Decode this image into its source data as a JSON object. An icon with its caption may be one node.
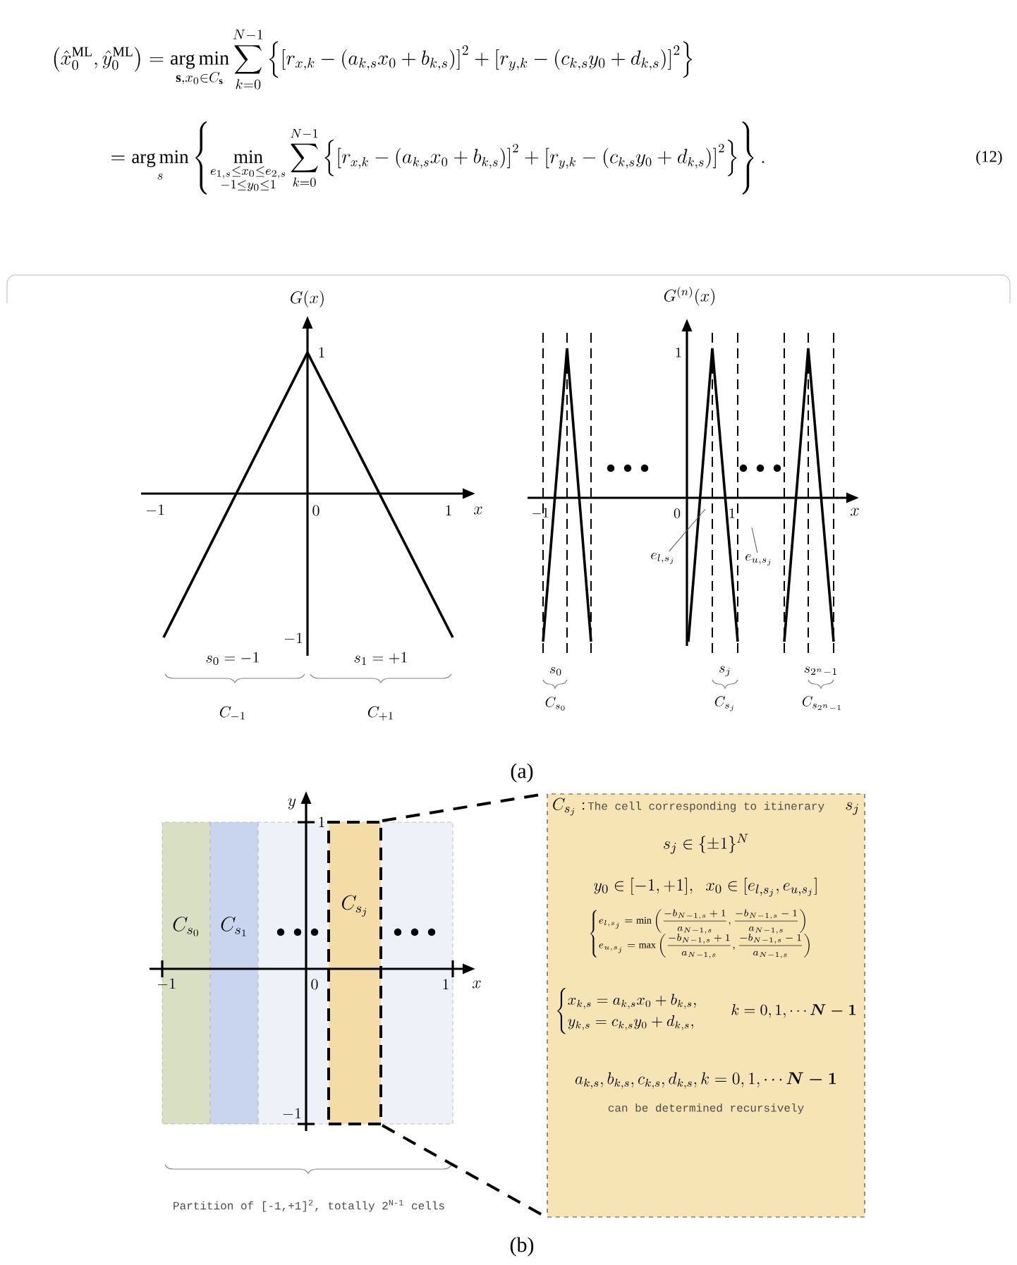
{
  "diagram": {
    "nodes": [
      {
        "text": [
          "e_{l,s_j}"
        ]
      },
      {
        "text": [
          "e_{u,s_j}"
        ]
      },
      {
        "text": [
          "C_{s_j}"
        ]
      },
      {
        "text": [
          "C_{s_j}:",
          "The cell corresponding to itinerary",
          "s_j",
          "s_j\\in\\{\\pm1\\}^N",
          "y_0\\in[-1,+1],\\;\\; x_0\\in[e_{l,s_j},e_{u,s_j}]",
          "\\begin{cases} e_{l,s_j}=\\min\\left(\\dfrac{-b_{N-1,s}+1}{a_{N-1,s}},\\dfrac{-b_{N-1,s}-1}{a_{N-1,s}}\\right)\\\\[2pt] e_{u,s_j}=\\max\\left(\\dfrac{-b_{N-1,s}+1}{a_{N-1,s}},\\dfrac{-b_{N-1,s}-1}{a_{N-1,s}}\\right)\\end{cases}",
          "\\begin{cases} x_{k,s}=a_{k,s}x_0+b_{k,s},\\\\ y_{k,s}=c_{k,s}y_0+d_{k,s},\\end{cases}\\quad k=0,1,\\cdots\\boldsymbol{N-1}",
          "a_{k,s},b_{k,s},c_{k,s},d_{k,s},k=0,1,\\cdots\\boldsymbol{N-1}",
          "can be determined recursively"
        ]
      }
    ],
    "edges": [
      {
        "from": 0,
        "to": null,
        "arrow": "none",
        "color": "#555555"
      },
      {
        "from": 1,
        "to": null,
        "arrow": "none",
        "color": "#555555"
      },
      {
        "from": 2,
        "to": 3,
        "arrow": "none",
        "style": "dashed"
      },
      {
        "from": 2,
        "to": 3,
        "arrow": "none",
        "style": "dashed"
      }
    ],
    "labels": [
      "\\left(\\hat{x}_0^{\\mathrm{ML}},\\hat{y}_0^{\\mathrm{ML}}\\right)=\\operatorname*{arg\\,min}_{\\mathbf{s},x_0\\in C_{\\mathbf{s}}}\\sum_{k=0}^{N-1}\\left\\{\\left[r_{x,k}-\\left(a_{k,s}x_0+b_{k,s}\\right)\\right]^2+\\left[r_{y,k}-\\left(c_{k,s}y_0+d_{k,s}\\right)\\right]^2\\right\\}",
      "=\\operatorname*{arg\\,min}_{s}\\left\\{\\min_{\\substack{e_{1,s}\\le x_0\\le e_{2,s}\\\\-1\\le y_0\\le 1}}\\sum_{k=0}^{N-1}\\left\\{\\left[r_{x,k}-\\left(a_{k,s}x_0+b_{k,s}\\right)\\right]^2+\\left[r_{y,k}-\\left(c_{k,s}y_0+d_{k,s}\\right)\\right]^2\\right\\}\\right\\}.",
      "(12)",
      "G(x)",
      "1",
      "-1",
      "0",
      "1",
      "x",
      "-1",
      "s_0=-1",
      "s_1=+1",
      "C_{-1}",
      "C_{+1}",
      "G^{(n)}(x)",
      "1",
      "-1",
      "0",
      "1",
      "x",
      "s_0",
      "s_j",
      "s_{2^n-1}",
      "C_{s_0}",
      "C_{s_j}",
      "C_{s_{2^n-1}}",
      "(a)",
      "y",
      "1",
      "C_{s_0}",
      "C_{s_1}",
      "-1",
      "0",
      "1",
      "x",
      "-1",
      "Partition of [-1,+1]$^{2}$, totally 2$^{N-1}$ cells",
      "(b)"
    ]
  }
}
